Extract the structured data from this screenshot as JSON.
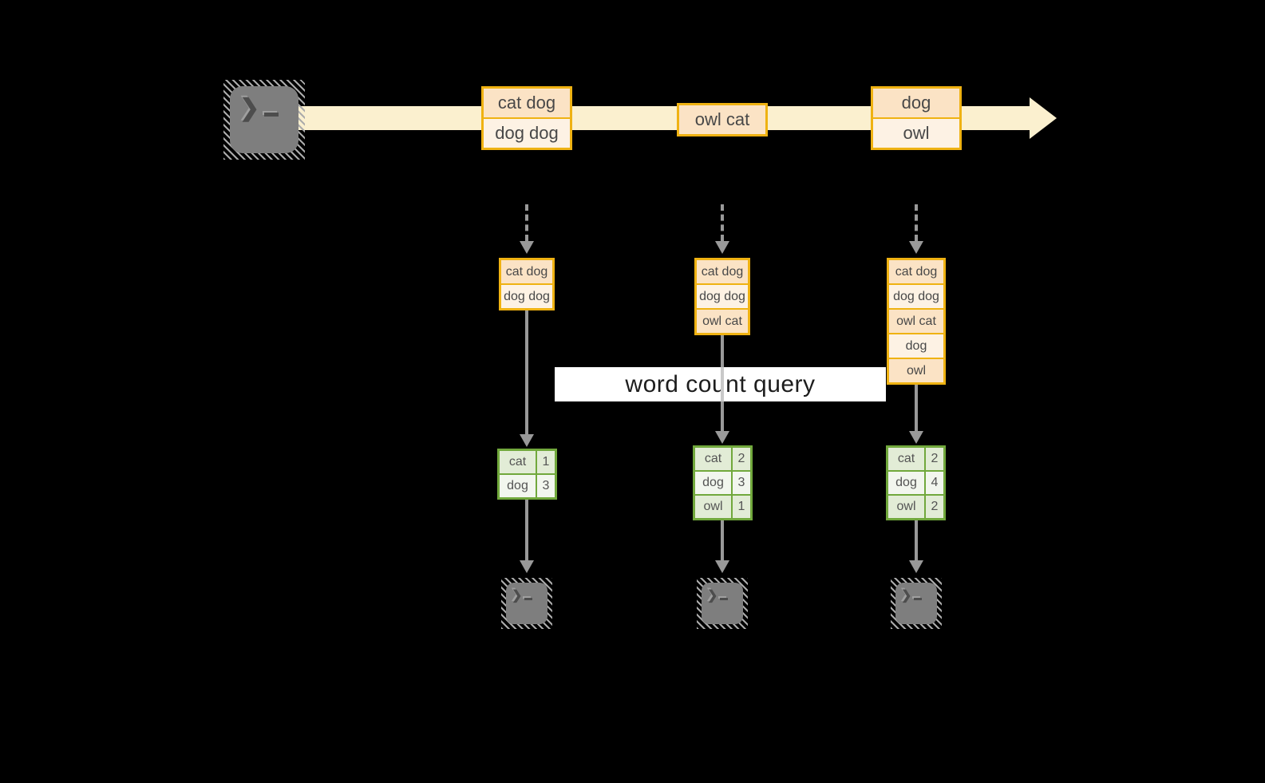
{
  "query": {
    "label": "word count query"
  },
  "source": {
    "icon": "terminal-icon",
    "prompt_glyph": "❯"
  },
  "sink_icons": [
    "terminal-icon",
    "terminal-icon",
    "terminal-icon"
  ],
  "timeline": {
    "batches": [
      {
        "rows": [
          "cat dog",
          "dog dog"
        ]
      },
      {
        "rows": [
          "owl cat"
        ]
      },
      {
        "rows": [
          "dog",
          "owl"
        ]
      }
    ]
  },
  "columns": [
    {
      "state_rows": [
        "cat dog",
        "dog dog"
      ],
      "counts": [
        {
          "word": "cat",
          "count": "1"
        },
        {
          "word": "dog",
          "count": "3"
        }
      ]
    },
    {
      "state_rows": [
        "cat dog",
        "dog dog",
        "owl cat"
      ],
      "counts": [
        {
          "word": "cat",
          "count": "2"
        },
        {
          "word": "dog",
          "count": "3"
        },
        {
          "word": "owl",
          "count": "1"
        }
      ]
    },
    {
      "state_rows": [
        "cat dog",
        "dog dog",
        "owl cat",
        "dog",
        "owl"
      ],
      "counts": [
        {
          "word": "cat",
          "count": "2"
        },
        {
          "word": "dog",
          "count": "4"
        },
        {
          "word": "owl",
          "count": "2"
        }
      ]
    }
  ],
  "colors": {
    "background": "#000000",
    "timeline_arrow": "#fbf0cf",
    "box_border": "#efb212",
    "box_fill_dark": "#fbe3c5",
    "box_fill_light": "#fdf2e4",
    "table_border": "#71a83c",
    "table_cell_dark": "#e2ecd6",
    "table_cell_light": "#f2f6ee",
    "arrow_gray": "#999999",
    "terminal_gray": "#7e7e7e",
    "query_background": "#ffffff"
  }
}
